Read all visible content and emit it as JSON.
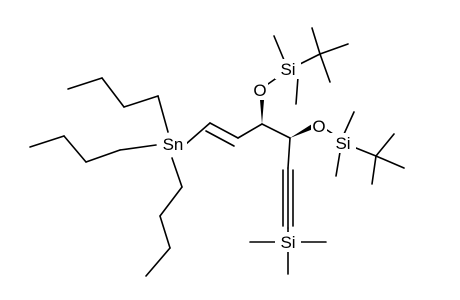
{
  "atoms": {
    "tin": "Sn",
    "oxygen_upper": "O",
    "oxygen_lower": "O",
    "silicon_upper": "Si",
    "silicon_lower": "Si",
    "silicon_bottom": "Si"
  },
  "colors": {
    "bond": "#000000",
    "background": "#ffffff",
    "label": "#000000"
  }
}
